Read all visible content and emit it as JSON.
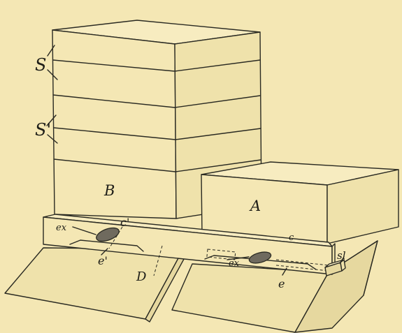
{
  "labels": {
    "super_upper": "S",
    "super_lower": "S'",
    "hive_b": "B",
    "hive_a": "A",
    "exit_left": "ex",
    "channel_c_prime": "c'",
    "entrance_e_prime": "e'",
    "board_d": "D",
    "channel_c": "c",
    "exit_right": "ex",
    "entrance_e": "e",
    "slide_sl": "sl"
  },
  "colors": {
    "paper": "#f4e7b4",
    "face_light": "#f7ecc0",
    "face_mid": "#efe2ab",
    "ink": "#2a2a22"
  }
}
